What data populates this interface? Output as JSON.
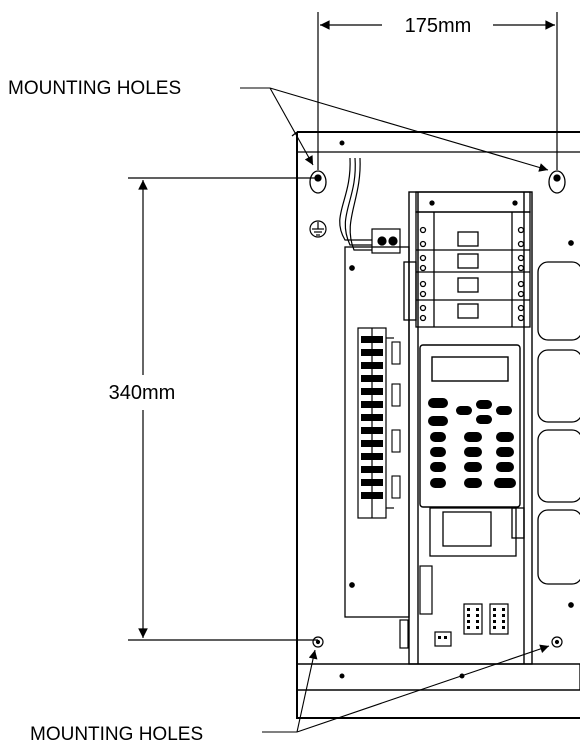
{
  "dimensions": {
    "width_label": "175mm",
    "height_label": "340mm"
  },
  "callouts": {
    "top_label": "MOUNTING HOLES",
    "bottom_label": "MOUNTING HOLES"
  },
  "colors": {
    "line": "#000000",
    "background": "#ffffff"
  }
}
